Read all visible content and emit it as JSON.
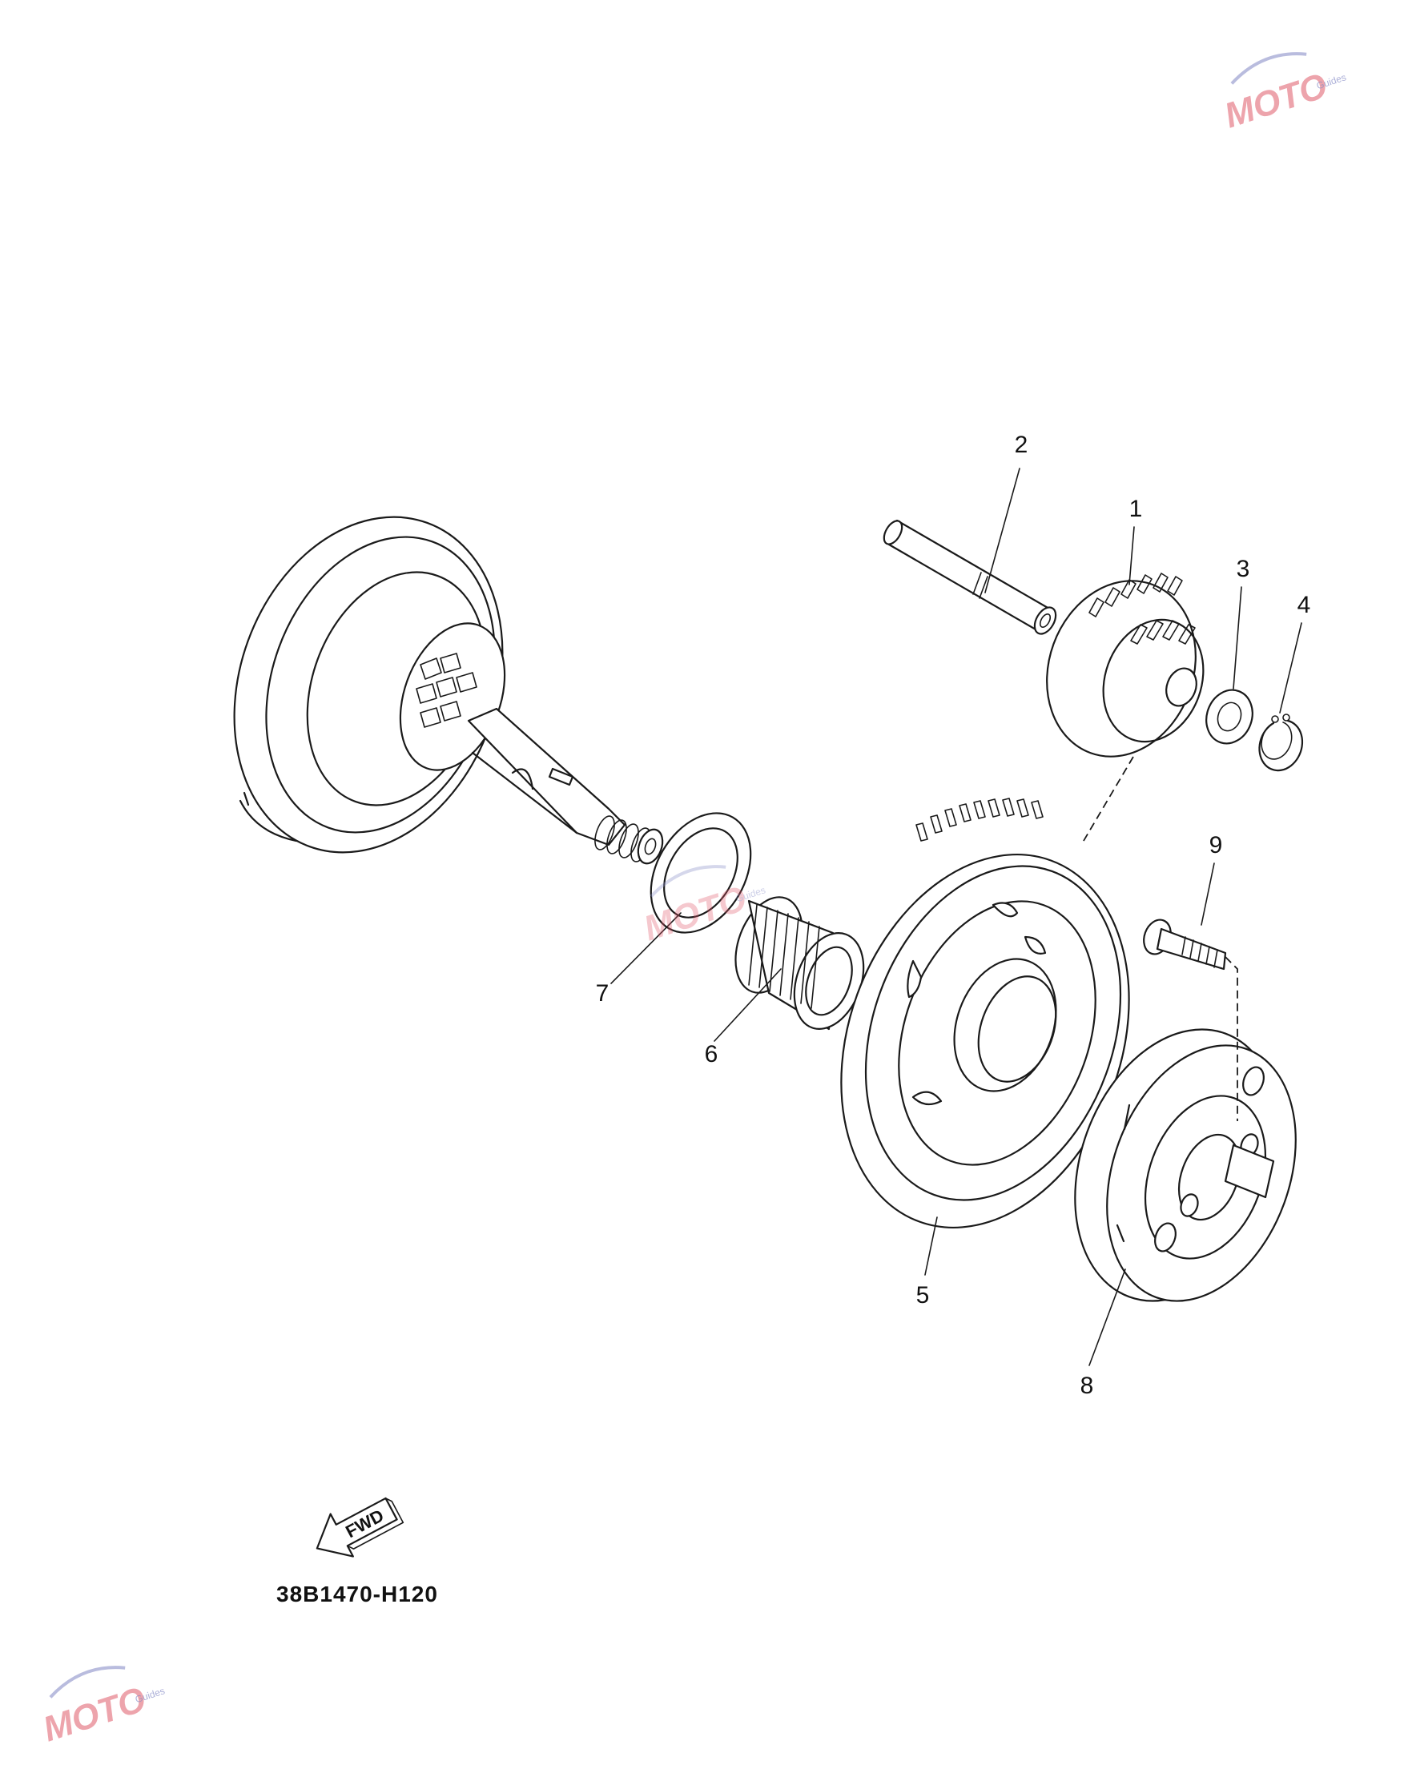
{
  "diagram": {
    "part_callouts": [
      {
        "id": "1",
        "label": "1"
      },
      {
        "id": "2",
        "label": "2"
      },
      {
        "id": "3",
        "label": "3"
      },
      {
        "id": "4",
        "label": "4"
      },
      {
        "id": "5",
        "label": "5"
      },
      {
        "id": "6",
        "label": "6"
      },
      {
        "id": "7",
        "label": "7"
      },
      {
        "id": "8",
        "label": "8"
      },
      {
        "id": "9",
        "label": "9"
      }
    ],
    "direction_label": "FWD",
    "diagram_code": "38B1470-H120"
  },
  "watermark": {
    "brand": "MOTO",
    "sub": "Guides"
  },
  "colors": {
    "line": "#1a1a1a",
    "watermark_red": "#e05a6a",
    "watermark_blue": "#8a8fc8"
  }
}
